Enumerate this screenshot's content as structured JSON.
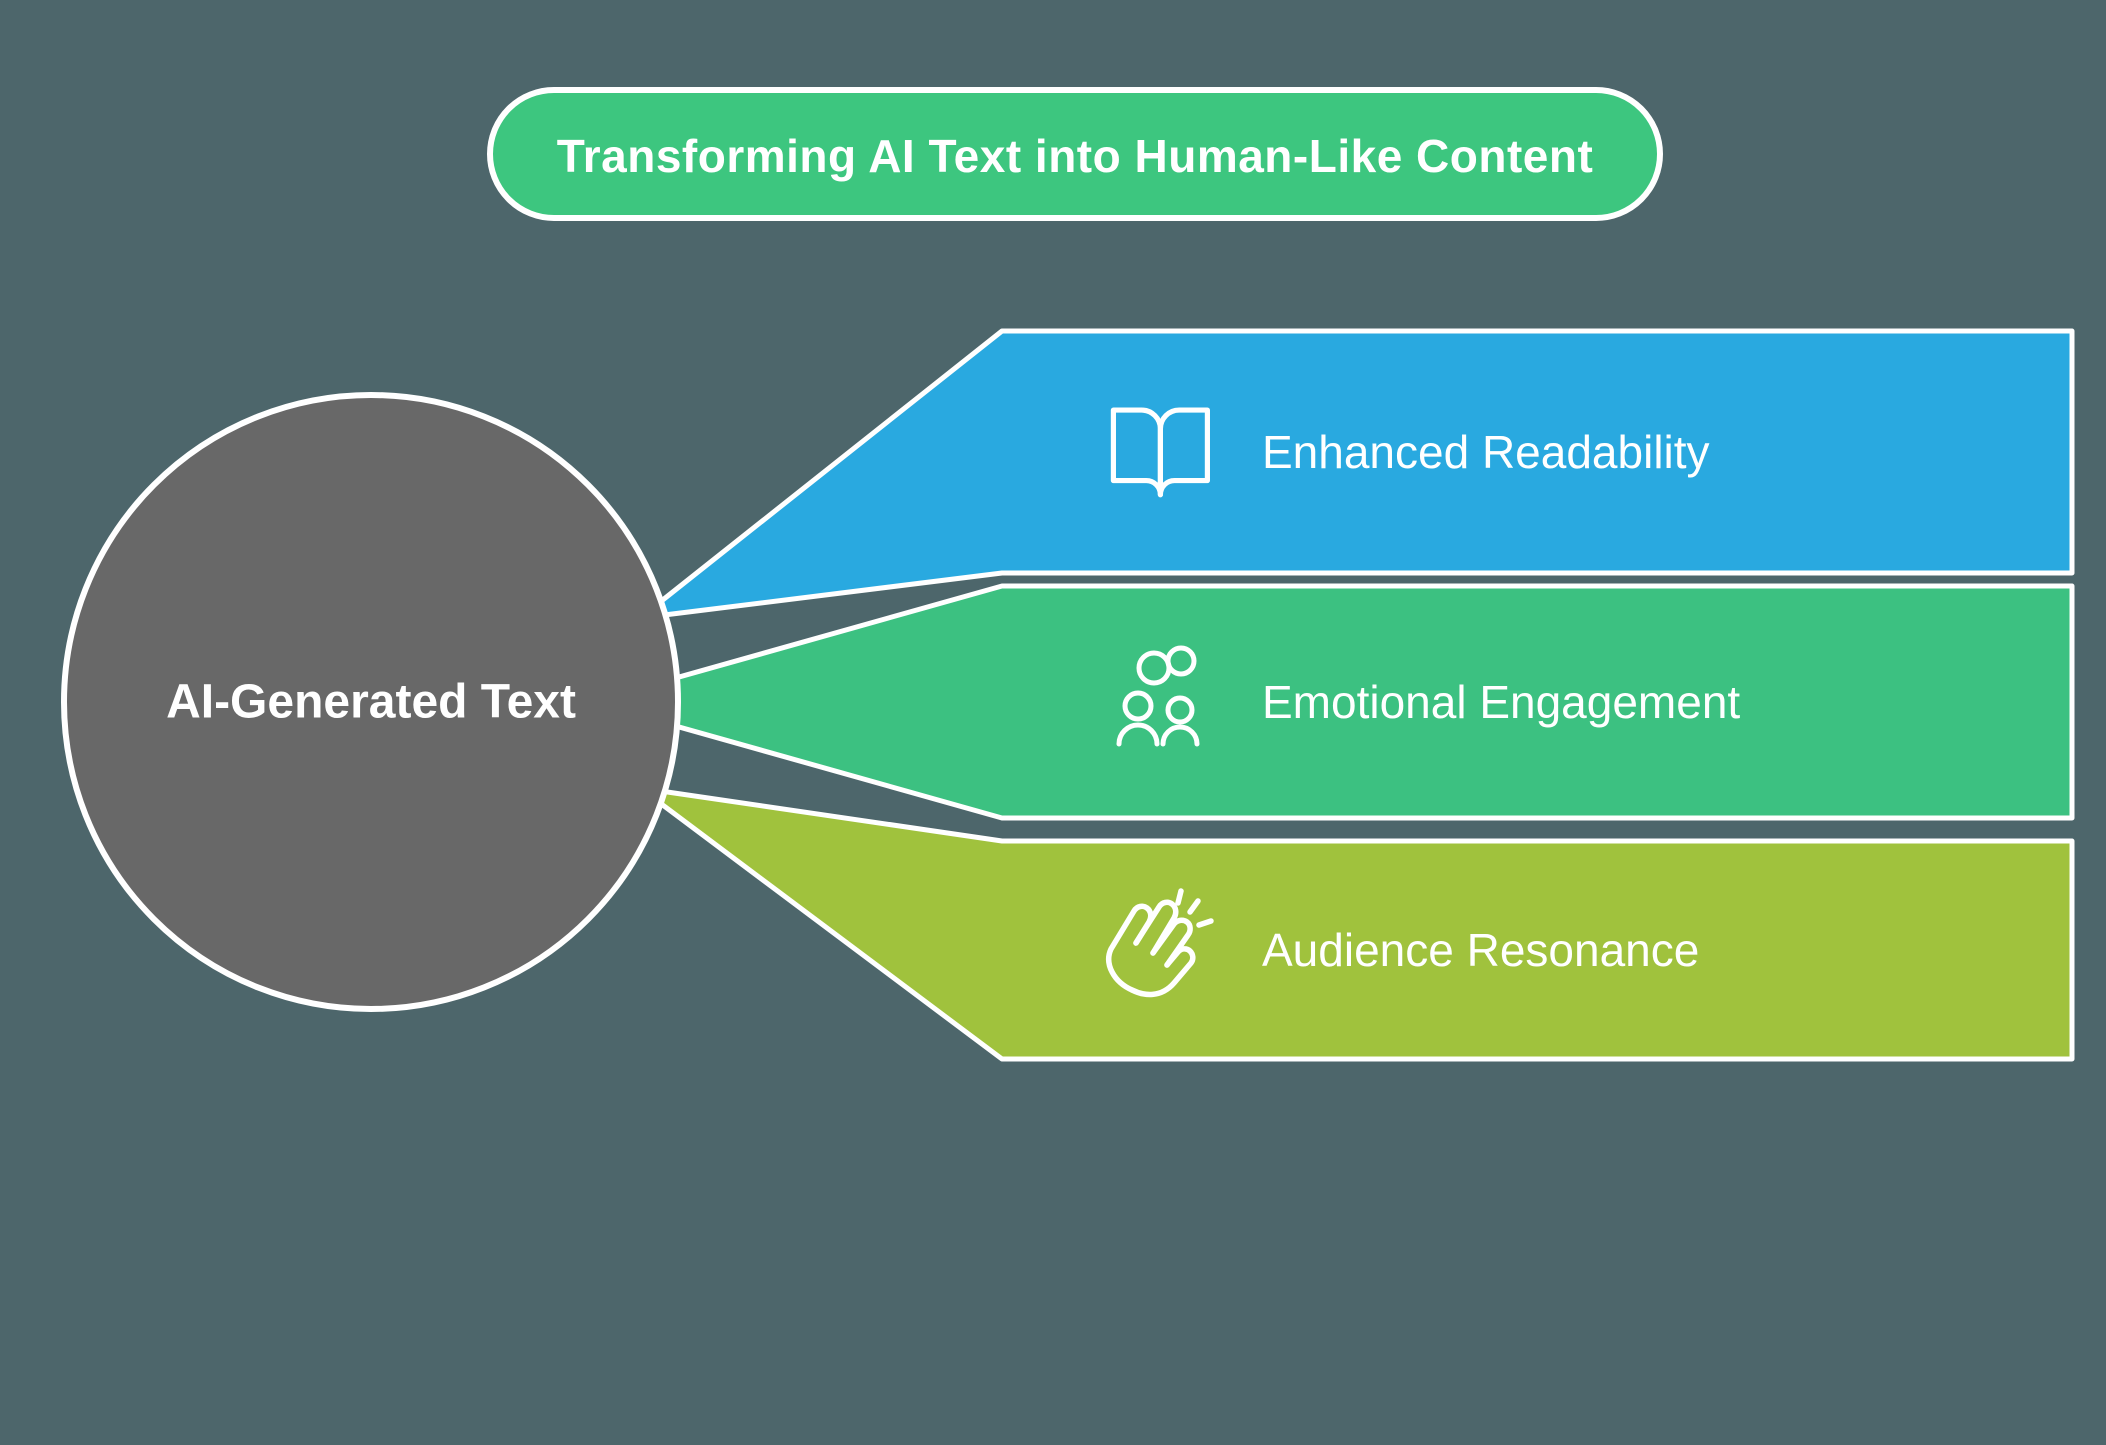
{
  "title": "Transforming AI Text into Human-Like Content",
  "source": {
    "label": "AI-Generated Text"
  },
  "branches": [
    {
      "label": "Enhanced Readability",
      "icon": "open-book-icon",
      "color": "#29a9e0"
    },
    {
      "label": "Emotional Engagement",
      "icon": "people-connection-icon",
      "color": "#3cc181"
    },
    {
      "label": "Audience Resonance",
      "icon": "waving-hand-icon",
      "color": "#a0c23d"
    }
  ],
  "colors": {
    "background": "#4d666b",
    "title_pill": "#3dc67f",
    "node_fill": "#686868",
    "text": "#ffffff",
    "outline": "#ffffff"
  }
}
